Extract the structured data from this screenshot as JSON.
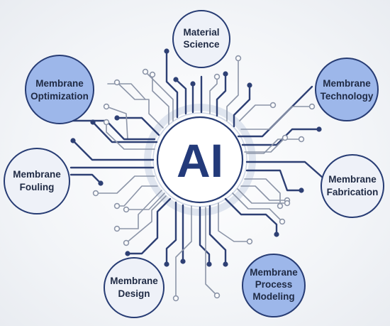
{
  "center": {
    "label": "AI"
  },
  "nodes": [
    {
      "id": "material-science",
      "lines": [
        "Material",
        "Science"
      ],
      "fill": "#eef1f8"
    },
    {
      "id": "membrane-optimization",
      "lines": [
        "Membrane",
        "Optimization"
      ],
      "fill": "#9db7ea"
    },
    {
      "id": "membrane-technology",
      "lines": [
        "Membrane",
        "Technology"
      ],
      "fill": "#9db7ea"
    },
    {
      "id": "membrane-fouling",
      "lines": [
        "Membrane",
        "Fouling"
      ],
      "fill": "#eef1f8"
    },
    {
      "id": "membrane-fabrication",
      "lines": [
        "Membrane",
        "Fabrication"
      ],
      "fill": "#eef1f8"
    },
    {
      "id": "membrane-design",
      "lines": [
        "Membrane",
        "Design"
      ],
      "fill": "#eef1f8"
    },
    {
      "id": "membrane-process-modeling",
      "lines": [
        "Membrane",
        "Process",
        "Modeling"
      ],
      "fill": "#9db7ea"
    }
  ],
  "colors": {
    "node_stroke": "#273c74",
    "trace_dark": "#2e4074",
    "trace_light": "#8c95a8",
    "ai_text": "#233a7a"
  }
}
